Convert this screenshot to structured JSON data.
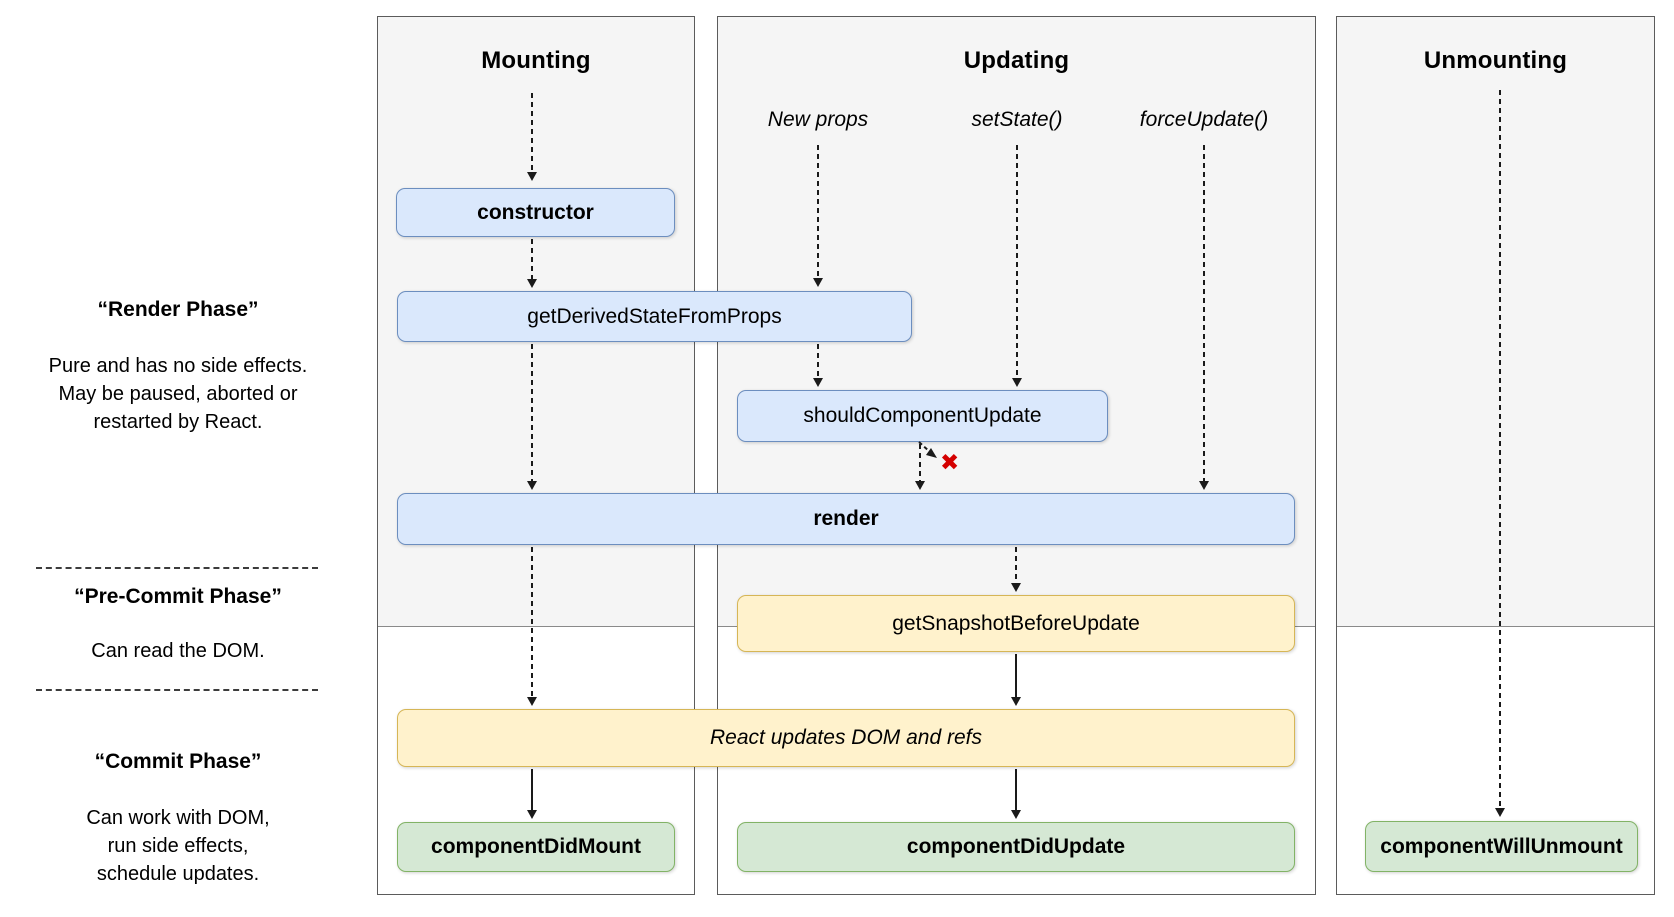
{
  "columns": {
    "mounting": {
      "title": "Mounting"
    },
    "updating": {
      "title": "Updating"
    },
    "unmounting": {
      "title": "Unmounting"
    }
  },
  "triggers": {
    "new_props": {
      "label": "New props"
    },
    "set_state": {
      "label": "setState()"
    },
    "force_update": {
      "label": "forceUpdate()"
    }
  },
  "nodes": {
    "constructor": {
      "label": "constructor"
    },
    "gdsfp": {
      "label": "getDerivedStateFromProps"
    },
    "scu": {
      "label": "shouldComponentUpdate"
    },
    "render": {
      "label": "render"
    },
    "gsbu": {
      "label": "getSnapshotBeforeUpdate"
    },
    "react_updates": {
      "label": "React updates DOM and refs"
    },
    "cdm": {
      "label": "componentDidMount"
    },
    "cdu": {
      "label": "componentDidUpdate"
    },
    "cwu": {
      "label": "componentWillUnmount"
    }
  },
  "left_panel": {
    "render_phase": {
      "title": "“Render Phase”",
      "lines": [
        "Pure and has no side effects.",
        "May be paused, aborted or",
        "restarted by React."
      ]
    },
    "pre_commit_phase": {
      "title": "“Pre-Commit Phase”",
      "lines": [
        "Can read the DOM."
      ]
    },
    "commit_phase": {
      "title": "“Commit Phase”",
      "lines": [
        "Can work with DOM,",
        "run side effects,",
        "schedule updates."
      ]
    }
  },
  "icons": {
    "blocked_x": "✖"
  },
  "colors": {
    "blue-fill": "#dae8fc",
    "blue-stroke": "#6c8ebf",
    "yellow-fill": "#fff2cc",
    "yellow-stroke": "#d6b656",
    "green-fill": "#d5e8d4",
    "green-stroke": "#82b366",
    "phase-gray": "#f5f5f5",
    "col-border": "#5b5b5b",
    "blocked-red": "#d40000"
  }
}
